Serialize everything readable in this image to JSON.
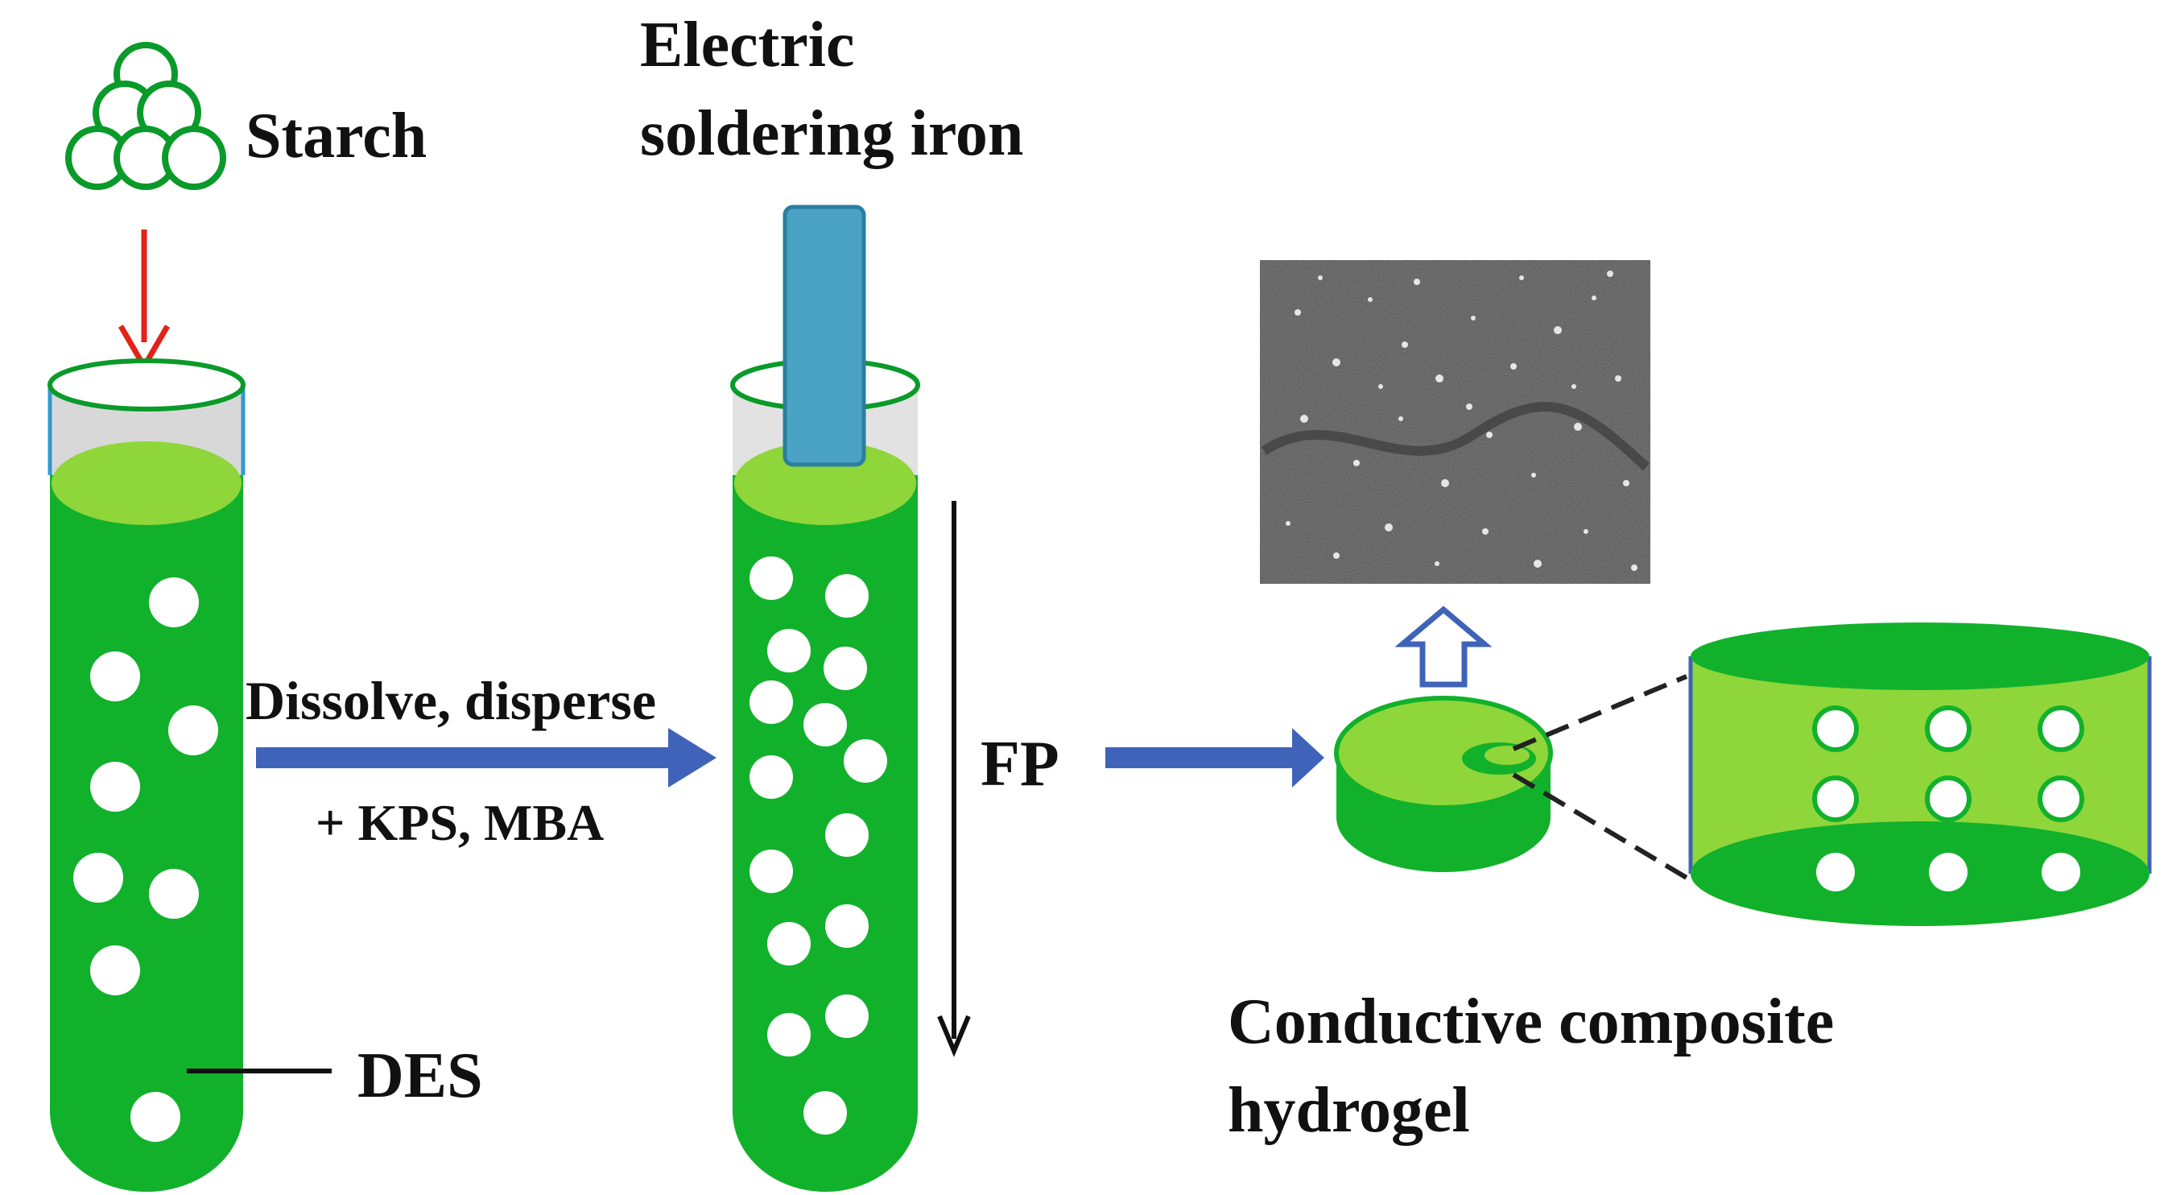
{
  "labels": {
    "starch": "Starch",
    "soldering_line1": "Electric",
    "soldering_line2": "soldering iron",
    "dissolve": "Dissolve, disperse",
    "kps_mba": "+ KPS, MBA",
    "fp": "FP",
    "des": "DES",
    "product_line1": "Conductive composite",
    "product_line2": "hydrogel"
  },
  "colors": {
    "gel_green": "#12b12b",
    "gel_light": "#8fd63b",
    "tube_outline": "#0a9a2a",
    "iron_blue": "#4aa3c4",
    "arrow_blue": "#3e63b8",
    "arrow_red": "#e2231a",
    "sem_bg": "#4b4b4b"
  }
}
